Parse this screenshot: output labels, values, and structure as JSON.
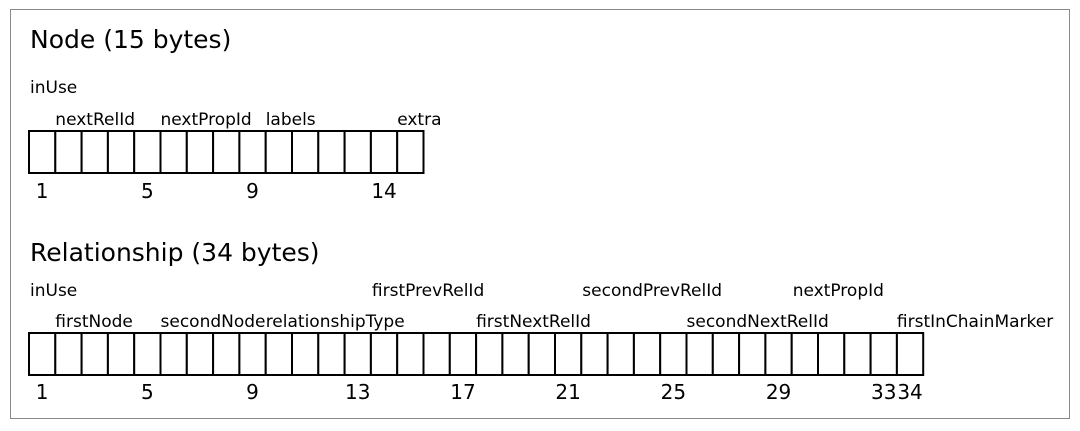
{
  "node": {
    "title": "Node (15 bytes)",
    "byte_count": 15,
    "fields": [
      {
        "label": "inUse",
        "byte": 1,
        "row": 1
      },
      {
        "label": "nextRelId",
        "byte": 2,
        "row": 2
      },
      {
        "label": "nextPropId",
        "byte": 6,
        "row": 2
      },
      {
        "label": "labels",
        "byte": 10,
        "row": 2
      },
      {
        "label": "extra",
        "byte": 15,
        "row": 2
      }
    ],
    "markers": [
      {
        "text": "1",
        "byte": 1
      },
      {
        "text": "5",
        "byte": 5
      },
      {
        "text": "9",
        "byte": 9
      },
      {
        "text": "14",
        "byte": 14
      }
    ]
  },
  "relationship": {
    "title": "Relationship (34 bytes)",
    "byte_count": 34,
    "fields": [
      {
        "label": "inUse",
        "byte": 1,
        "row": 1
      },
      {
        "label": "firstPrevRelId",
        "byte": 14,
        "row": 1
      },
      {
        "label": "secondPrevRelId",
        "byte": 22,
        "row": 1
      },
      {
        "label": "nextPropId",
        "byte": 30,
        "row": 1
      },
      {
        "label": "firstNode",
        "byte": 2,
        "row": 2
      },
      {
        "label": "secondNode",
        "byte": 6,
        "row": 2
      },
      {
        "label": "relationshipType",
        "byte": 10,
        "row": 2
      },
      {
        "label": "firstNextRelId",
        "byte": 18,
        "row": 2
      },
      {
        "label": "secondNextRelId",
        "byte": 26,
        "row": 2
      },
      {
        "label": "firstInChainMarker",
        "byte": 34,
        "row": 2
      }
    ],
    "markers": [
      {
        "text": "1",
        "byte": 1
      },
      {
        "text": "5",
        "byte": 5
      },
      {
        "text": "9",
        "byte": 9
      },
      {
        "text": "13",
        "byte": 13
      },
      {
        "text": "17",
        "byte": 17
      },
      {
        "text": "21",
        "byte": 21
      },
      {
        "text": "25",
        "byte": 25
      },
      {
        "text": "29",
        "byte": 29
      },
      {
        "text": "33",
        "byte": 33
      },
      {
        "text": "34",
        "byte": 34
      }
    ]
  }
}
